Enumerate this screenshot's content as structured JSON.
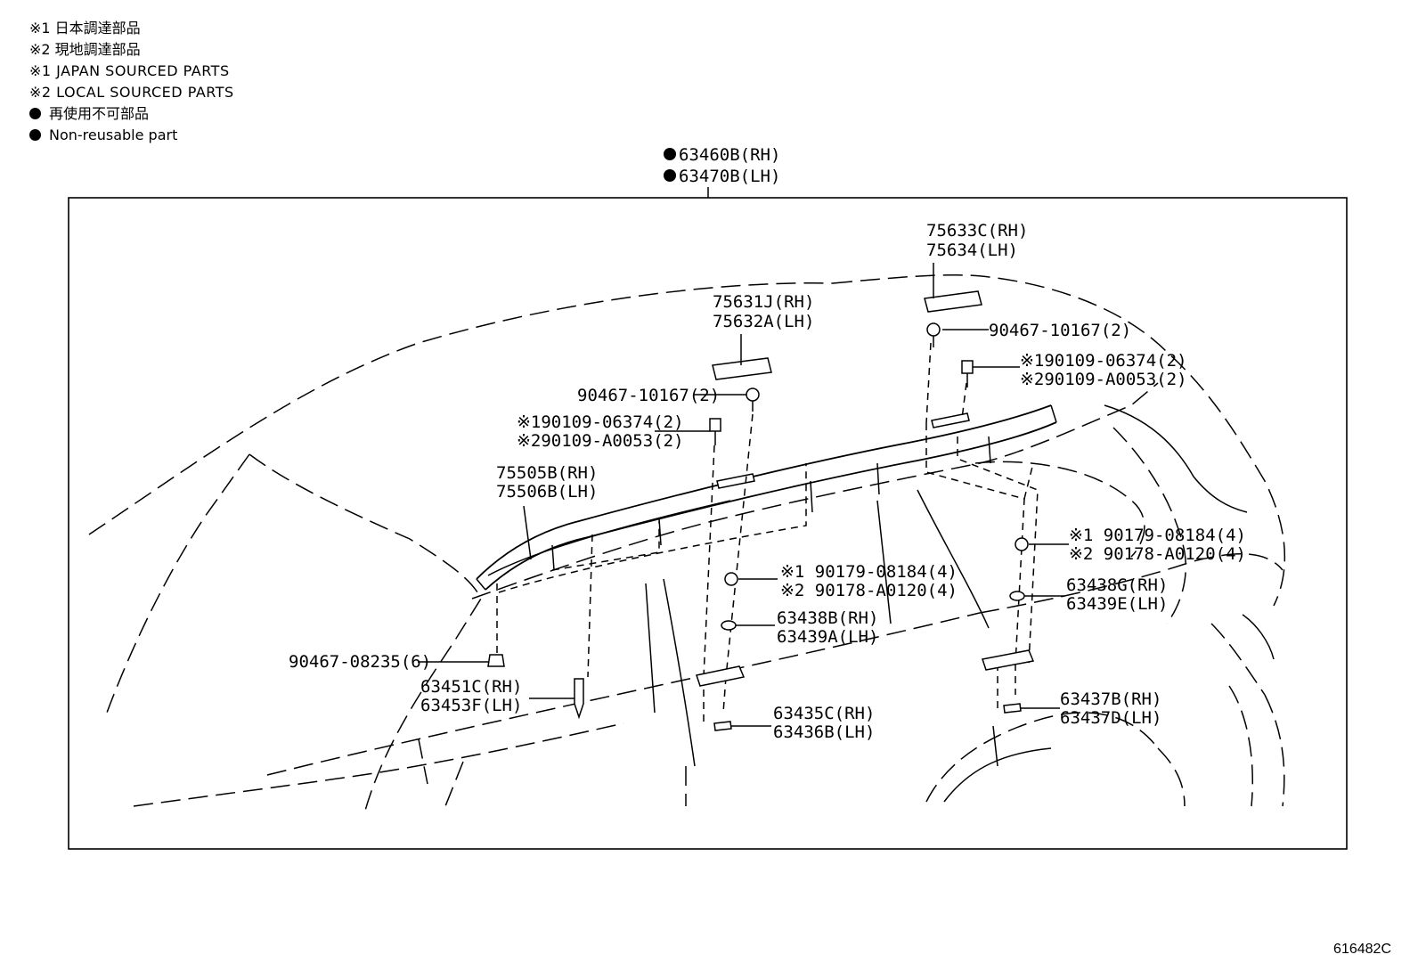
{
  "legend": {
    "line1": "※1 日本調達部品",
    "line2": "※2 現地調達部品",
    "line3": "※1 JAPAN SOURCED PARTS",
    "line4": "※2 LOCAL SOURCED PARTS",
    "line5": "再使用不可部品",
    "line6": "Non-reusable part"
  },
  "labels": {
    "top_rh": "63460B(RH)",
    "top_lh": "63470B(LH)",
    "cap_rear_rh": "75633C(RH)",
    "cap_rear_lh": "75634(LH)",
    "cap_front_rh": "75631J(RH)",
    "cap_front_lh": "75632A(LH)",
    "clip_rear": "90467-10167(2)",
    "bolt_rear_1": "※190109-06374(2)",
    "bolt_rear_2": "※290109-A0053(2)",
    "clip_front": "90467-10167(2)",
    "bolt_front_1": "※190109-06374(2)",
    "bolt_front_2": "※290109-A0053(2)",
    "rail_rh": "75505B(RH)",
    "rail_lh": "75506B(LH)",
    "nut_rear_1": "※1 90179-08184(4)",
    "nut_rear_2": "※2 90178-A0120(4)",
    "pad_rear_rh": "63438G(RH)",
    "pad_rear_lh": "63439E(LH)",
    "nut_front_1": "※1 90179-08184(4)",
    "nut_front_2": "※2 90178-A0120(4)",
    "pad_front_rh": "63438B(RH)",
    "pad_front_lh": "63439A(LH)",
    "clip_small": "90467-08235(6)",
    "fastener_rh": "63451C(RH)",
    "fastener_lh": "63453F(LH)",
    "seal_front_rh": "63435C(RH)",
    "seal_front_lh": "63436B(LH)",
    "seal_rear_rh": "63437B(RH)",
    "seal_rear_lh": "63437D(LH)"
  },
  "diagram_code": "616482C"
}
